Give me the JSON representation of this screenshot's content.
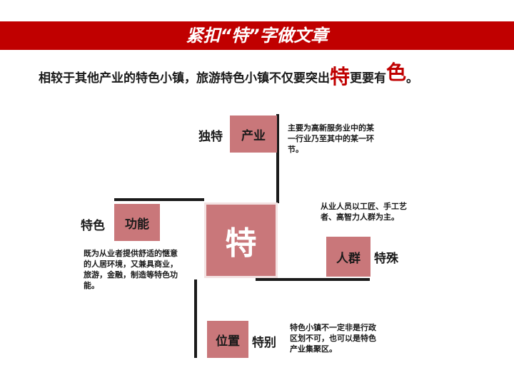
{
  "header": {
    "title": "紧扣“特”字做文章",
    "accent_color": "#c00000"
  },
  "subtitle": {
    "prefix": "相较于其他产业的特色小镇，旅游特色小镇不仅要突出",
    "em1": "特",
    "middle": "更要有",
    "em2": "色",
    "suffix": "。"
  },
  "diagram": {
    "center": "特",
    "box_color": "#c9777a",
    "industry": {
      "label": "独特",
      "box": "产业",
      "desc": "主要为高新服务业中的某一行业乃至其中的某一环节。"
    },
    "function": {
      "label": "特色",
      "box": "功能",
      "desc": "既为从业者提供舒适的惬意的人居环境，又兼具商业，旅游，金融，制造等特色功能。"
    },
    "people": {
      "label": "特殊",
      "box": "人群",
      "desc": "从业人员以工匠、手工艺者、高智力人群为主。"
    },
    "location": {
      "label": "特别",
      "box": "位置",
      "desc": "特色小镇不一定非是行政区划不可，也可以是特色产业集聚区。"
    }
  }
}
